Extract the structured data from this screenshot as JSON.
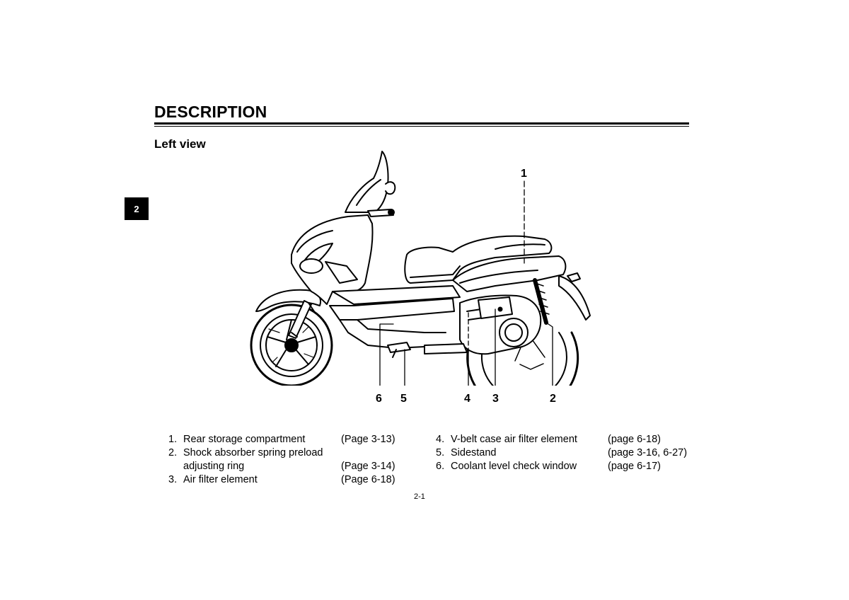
{
  "heading": {
    "title": "DESCRIPTION",
    "subtitle": "Left view",
    "chapter_tab": "2"
  },
  "callouts": [
    "1",
    "2",
    "3",
    "4",
    "5",
    "6"
  ],
  "legend": {
    "left": [
      {
        "num": "1.",
        "label": "Rear storage compartment",
        "page": "(Page 3-13)"
      },
      {
        "num": "2.",
        "label": "Shock absorber spring preload",
        "page": ""
      },
      {
        "num": "",
        "label": "adjusting ring",
        "page": "(Page 3-14)"
      },
      {
        "num": "3.",
        "label": "Air filter element",
        "page": "(Page 6-18)"
      }
    ],
    "right": [
      {
        "num": "4.",
        "label": "V-belt case air filter element",
        "page": "(page  6-18)"
      },
      {
        "num": "5.",
        "label": "Sidestand",
        "page": "(page 3-16, 6-27)"
      },
      {
        "num": "6.",
        "label": "Coolant level check window",
        "page": "(page 6-17)"
      }
    ]
  },
  "folio": "2-1"
}
